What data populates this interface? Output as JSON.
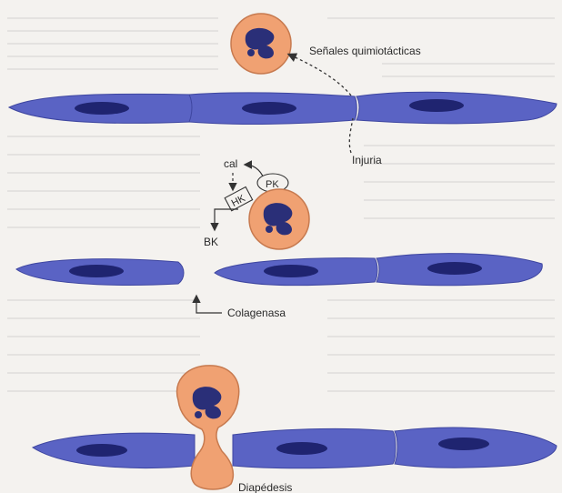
{
  "diagram": {
    "labels": {
      "chemotactic_signals": "Señales quimiotácticas",
      "injury": "Injuria",
      "cal": "cal",
      "hk": "HK",
      "pk": "PK",
      "bk": "BK",
      "collagenase": "Colagenasa",
      "diapedesis": "Diapédesis"
    },
    "colors": {
      "endothelial_cell": "#5a63c4",
      "endothelial_nucleus": "#1f2470",
      "neutrophil": "#f0a172",
      "neutrophil_nucleus": "#2a2f78",
      "background_paper": "#f4f2ef",
      "arrow": "#333333"
    },
    "panels": [
      "chemotaxis-signal",
      "kinin-activation-collagenase",
      "diapedesis"
    ]
  }
}
